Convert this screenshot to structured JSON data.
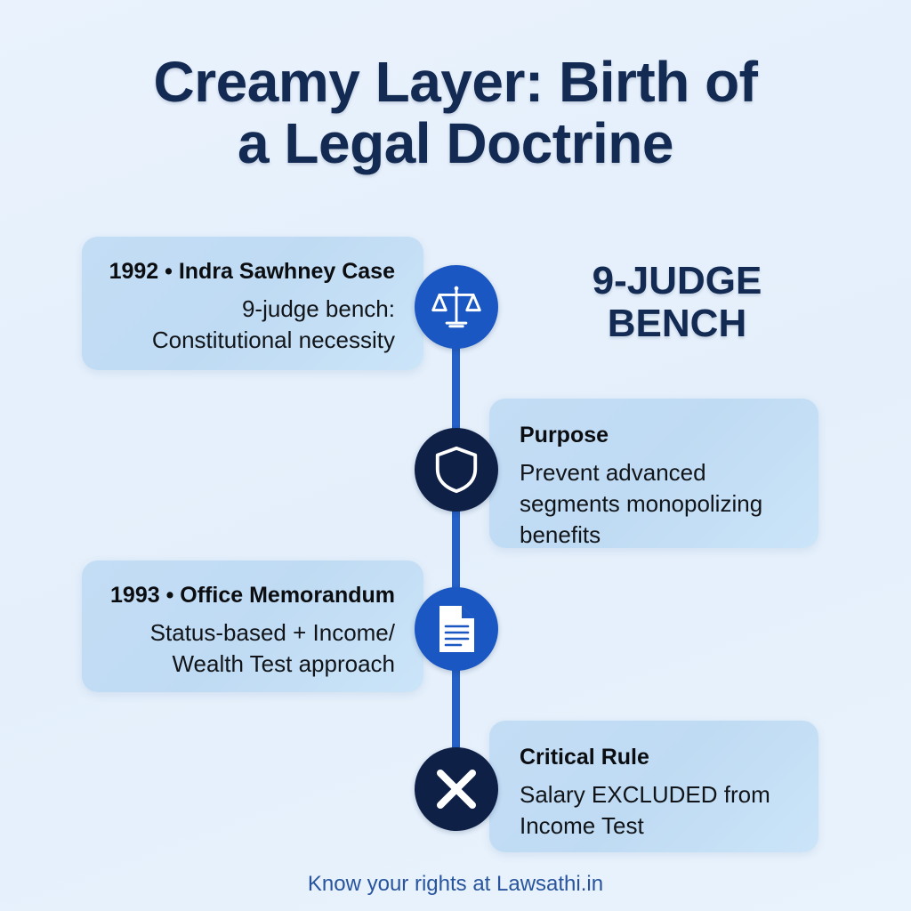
{
  "poster": {
    "title_line_1": "Creamy Layer: Birth of",
    "title_line_2": "a Legal Doctrine",
    "footer": "Know your rights at Lawsathi.in",
    "callout_line_1": "9-JUDGE",
    "callout_line_2": "BENCH"
  },
  "colors": {
    "background": "#e7f1fc",
    "title_navy": "#132a52",
    "card_blue": "#bfdbf3",
    "node_blue": "#1a57c2",
    "node_navy": "#0f2047",
    "spine_blue": "#2460c8",
    "footer_blue": "#27549c"
  },
  "timeline": [
    {
      "icon": "scales-of-justice-icon",
      "icon_style": "blue",
      "side": "left",
      "heading": "1992 • Indra Sawhney Case",
      "body": "9-judge bench: Constitutional necessity"
    },
    {
      "icon": "shield-icon",
      "icon_style": "navy",
      "side": "right",
      "heading": "Purpose",
      "body": "Prevent advanced segments monopolizing benefits"
    },
    {
      "icon": "document-icon",
      "icon_style": "blue",
      "side": "left",
      "heading": "1993 • Office Memorandum",
      "body": "Status-based + Income/ Wealth Test approach"
    },
    {
      "icon": "cross-x-icon",
      "icon_style": "navy",
      "side": "right",
      "heading": "Critical Rule",
      "body": "Salary EXCLUDED from Income Test"
    }
  ]
}
